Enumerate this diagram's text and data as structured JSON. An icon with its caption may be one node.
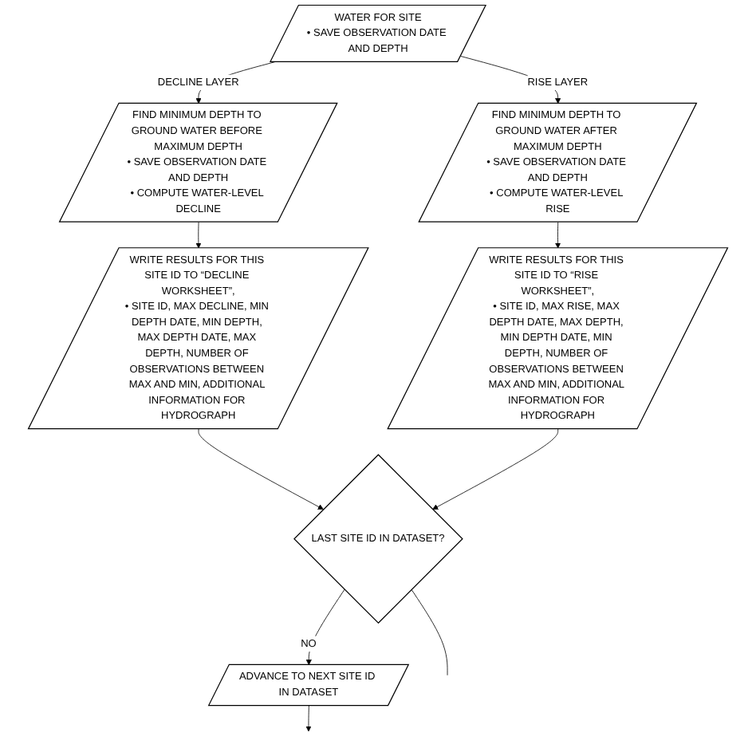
{
  "diagram": {
    "nodes": [
      {
        "text": [
          "WATER FOR SITE",
          "• SAVE OBSERVATION DATE AND DEPTH"
        ]
      },
      {
        "text": [
          "FIND MINIMUM DEPTH TO GROUND WATER BEFORE MAXIMUM DEPTH",
          "• SAVE OBSERVATION DATE AND DEPTH",
          "• COMPUTE WATER-LEVEL DECLINE"
        ]
      },
      {
        "text": [
          "FIND MINIMUM DEPTH TO GROUND WATER AFTER MAXIMUM DEPTH",
          "• SAVE OBSERVATION DATE AND DEPTH",
          "• COMPUTE WATER-LEVEL RISE"
        ]
      },
      {
        "text": [
          "WRITE RESULTS FOR THIS SITE ID TO “DECLINE WORKSHEET”,",
          "• SITE ID, MAX DECLINE, MIN DEPTH DATE, MIN DEPTH, MAX DEPTH DATE, MAX DEPTH, NUMBER OF OBSERVATIONS BETWEEN MAX AND MIN, ADDITIONAL INFORMATION FOR HYDROGRAPH"
        ]
      },
      {
        "text": [
          "WRITE RESULTS FOR THIS SITE ID TO “RISE WORKSHEET”,",
          "• SITE ID, MAX RISE, MAX DEPTH DATE, MAX DEPTH, MIN DEPTH DATE, MIN DEPTH, NUMBER OF OBSERVATIONS BETWEEN MAX AND MIN, ADDITIONAL INFORMATION FOR HYDROGRAPH"
        ]
      },
      {
        "text": [
          "LAST SITE ID IN DATASET?"
        ]
      },
      {
        "text": [
          "ADVANCE TO NEXT SITE ID IN DATASET"
        ]
      }
    ],
    "edges": [
      {
        "from": 0,
        "to": 1,
        "arrow": "to",
        "label": "DECLINE LAYER"
      },
      {
        "from": 0,
        "to": 2,
        "arrow": "to",
        "label": "RISE LAYER"
      },
      {
        "from": 1,
        "to": 3,
        "arrow": "to"
      },
      {
        "from": 2,
        "to": 4,
        "arrow": "to"
      },
      {
        "from": 3,
        "to": 5,
        "arrow": "to"
      },
      {
        "from": 4,
        "to": 5,
        "arrow": "to"
      },
      {
        "from": 5,
        "to": 6,
        "arrow": "to",
        "label": "NO"
      },
      {
        "from": 6,
        "to": null,
        "arrow": "to"
      },
      {
        "from": 5,
        "to": null,
        "arrow": "none"
      }
    ]
  }
}
